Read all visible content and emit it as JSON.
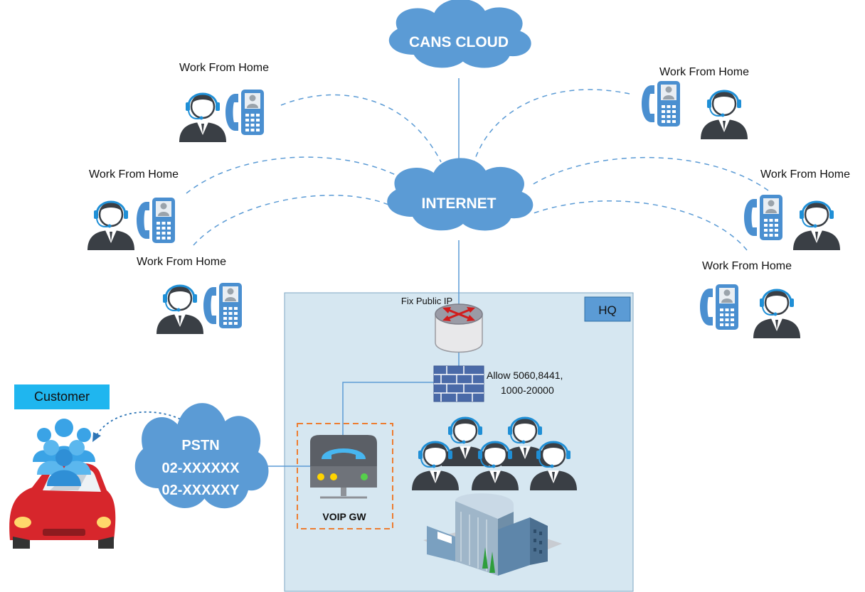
{
  "clouds": {
    "cans_cloud": "CANS CLOUD",
    "internet": "INTERNET",
    "pstn": {
      "title": "PSTN",
      "numbers": [
        "02-XXXXXX",
        "02-XXXXXY"
      ]
    }
  },
  "remote_workers": [
    {
      "label": "Work From Home"
    },
    {
      "label": "Work From Home"
    },
    {
      "label": "Work From Home"
    },
    {
      "label": "Work From Home"
    },
    {
      "label": "Work From Home"
    },
    {
      "label": "Work From Home"
    }
  ],
  "hq": {
    "label": "HQ",
    "router_label": "Fix Public IP",
    "firewall_rules": [
      "Allow 5060,8441,",
      "1000-20000"
    ],
    "gateway_label": "VOIP GW"
  },
  "customer": {
    "label": "Customer"
  },
  "colors": {
    "cloud": "#5b9bd5",
    "hq_fill": "#d6e7f1",
    "hq_badge": "#5b9bd5",
    "customer_badge": "#1fb6ef",
    "link_line": "#5b9bd5",
    "gateway_box": "#ed7d31",
    "car": "#d7262c",
    "agent_suit": "#3a3f45",
    "phone": "#4a8fd0"
  }
}
